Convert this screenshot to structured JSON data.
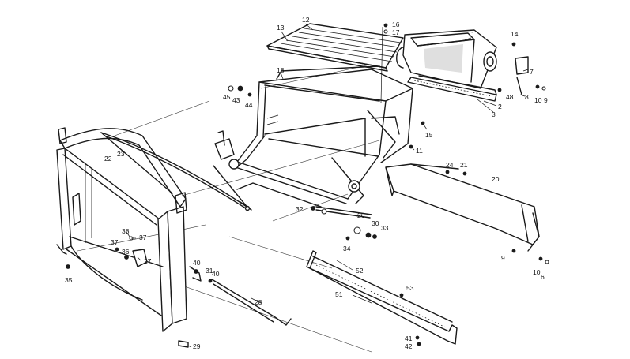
{
  "callouts": {
    "c1": "1",
    "c2": "2",
    "c3": "3",
    "c6": "6",
    "c7": "7",
    "c8": "8",
    "c9a": "9",
    "c9b": "9",
    "c10a": "10",
    "c10b": "10",
    "c11": "11",
    "c12": "12",
    "c13": "13",
    "c14": "14",
    "c15": "15",
    "c16": "16",
    "c17": "17",
    "c18": "18",
    "c20": "20",
    "c21": "21",
    "c22": "22",
    "c23": "23",
    "c24": "24",
    "c26": "26",
    "c27": "27",
    "c28": "28",
    "c29": "29",
    "c30": "30",
    "c31": "31",
    "c32": "32",
    "c33": "33",
    "c34": "34",
    "c35": "35",
    "c36": "36",
    "c37a": "37",
    "c37b": "37",
    "c38": "38",
    "c40a": "40",
    "c40b": "40",
    "c41": "41",
    "c42": "42",
    "c43": "43",
    "c44": "44",
    "c45": "45",
    "c48": "48",
    "c51": "51",
    "c52": "52",
    "c53": "53"
  },
  "colors": {
    "ink": "#1a1a1a",
    "paper": "#ffffff"
  }
}
